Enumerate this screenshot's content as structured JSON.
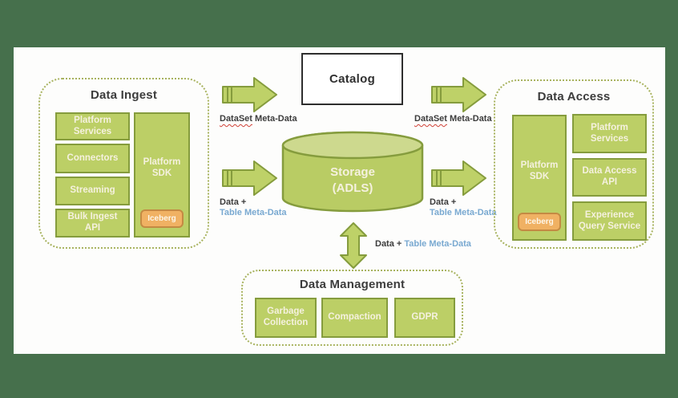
{
  "palette": {
    "outer_bg": "#46704c",
    "panel_bg": "#fdfdfc",
    "box_fill": "#bccf66",
    "box_border": "#859c3d",
    "badge_fill": "#f0b163",
    "badge_border": "#c48a43",
    "cyl_top": "#cdd98e",
    "cyl_body": "#b9cc64",
    "arrow_fill": "#bed168",
    "blue_text": "#79a9d1",
    "dark_text": "#3c3c3c",
    "cream_text": "#f5f1df",
    "dotted_border": "#a8b35f"
  },
  "ingest": {
    "title": "Data Ingest",
    "items": [
      "Platform Services",
      "Connectors",
      "Streaming",
      "Bulk Ingest API"
    ],
    "sdk": "Platform SDK",
    "badge": "Iceberg"
  },
  "catalog": {
    "title": "Catalog"
  },
  "storage": {
    "line1": "Storage",
    "line2": "(ADLS)"
  },
  "access": {
    "title": "Data Access",
    "sdk": "Platform SDK",
    "badge": "Iceberg",
    "items": [
      "Platform Services",
      "Data Access API",
      "Experience Query Service"
    ]
  },
  "management": {
    "title": "Data Management",
    "items": [
      "Garbage Collection",
      "Compaction",
      "GDPR"
    ]
  },
  "flow_labels": {
    "ingest_to_catalog": {
      "emph": "DataSet",
      "rest": " Meta-Data"
    },
    "catalog_to_access": {
      "emph": "DataSet",
      "rest": " Meta-Data"
    },
    "ingest_to_storage": {
      "line1": "Data +",
      "line2": "Table Meta-Data"
    },
    "storage_to_access": {
      "line1": "Data +",
      "line2": "Table Meta-Data"
    },
    "storage_to_management": {
      "part1": "Data +",
      "part2": " Table Meta-Data"
    }
  }
}
